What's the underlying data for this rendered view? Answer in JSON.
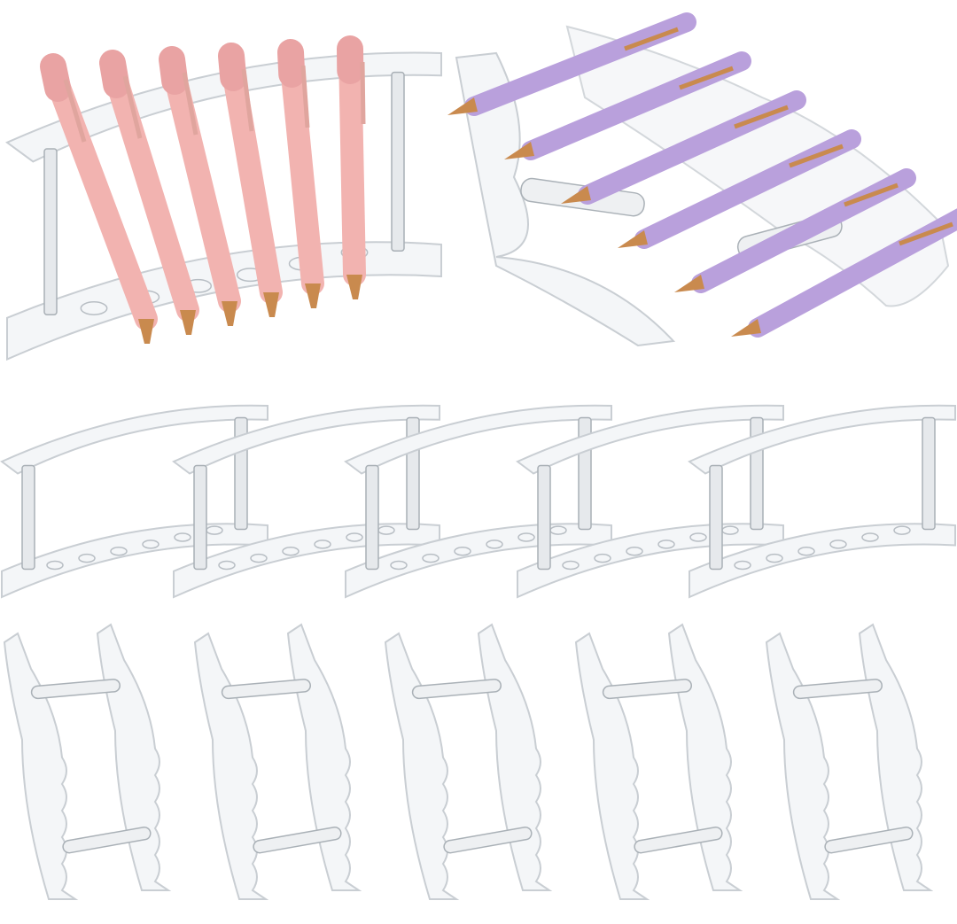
{
  "scene": {
    "background": "#ffffff",
    "acrylic_edge": "#c9ced3",
    "acrylic_fill": "#f4f6f8",
    "pink_pen_color": "#f2b3b0",
    "pink_pen_clip": "#e0a59e",
    "purple_pen_color": "#b9a0dc",
    "gold_tip_color": "#c98a4e",
    "pink_pen_count": 6,
    "purple_pen_count": 6,
    "curved_holder_count": 5,
    "stand_rack_count": 5
  }
}
